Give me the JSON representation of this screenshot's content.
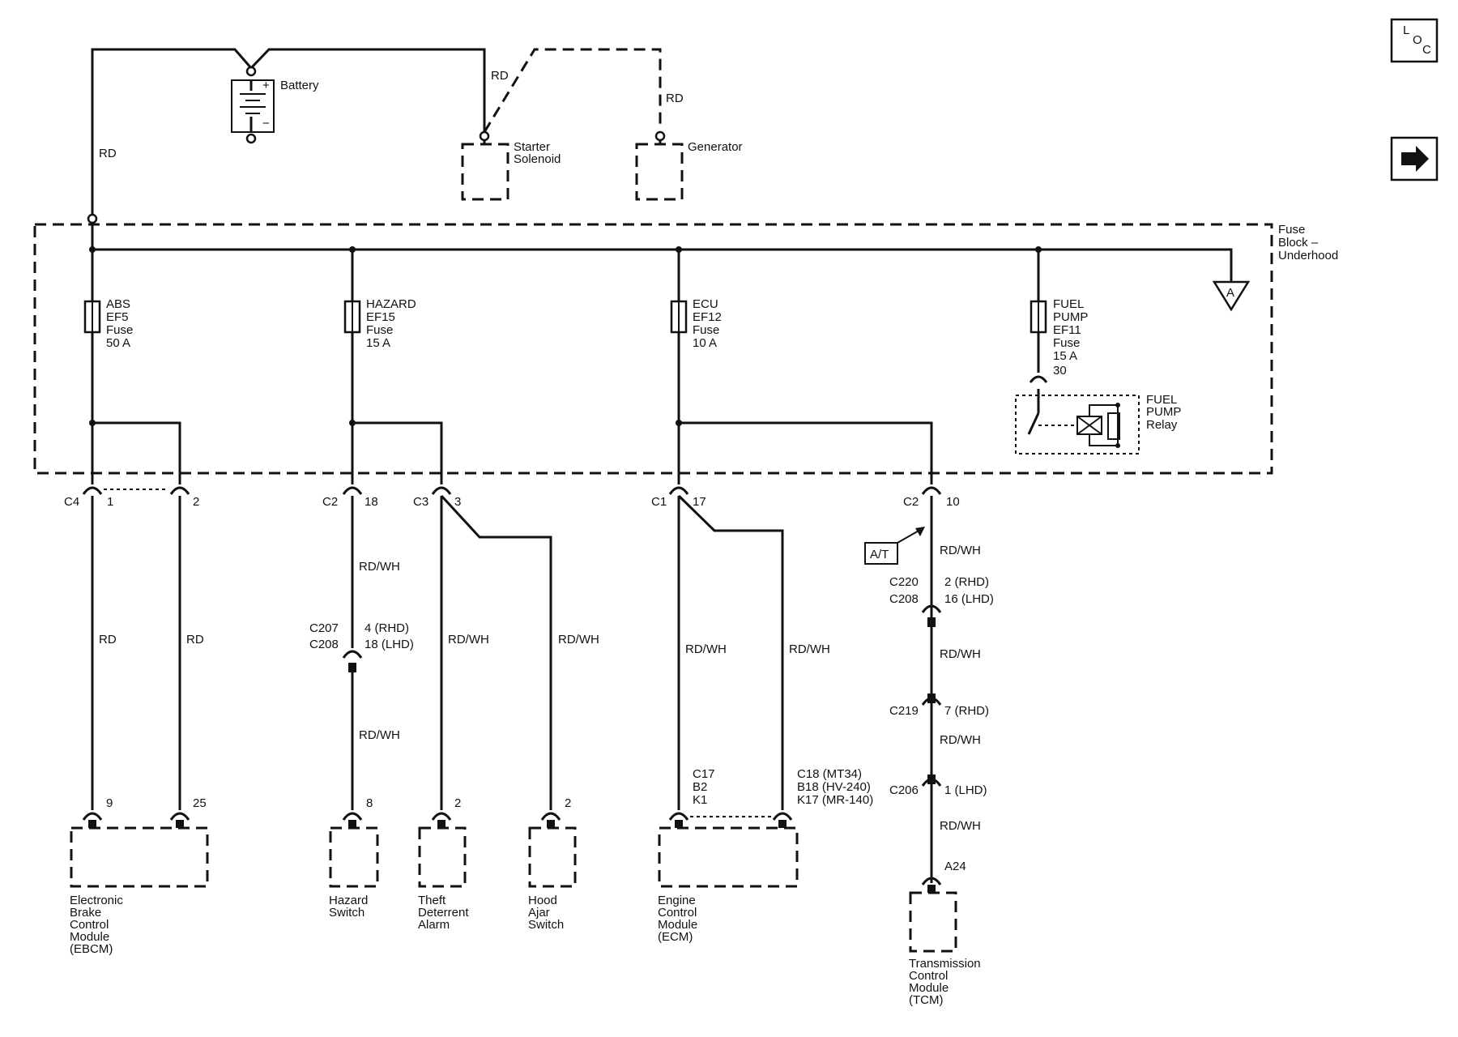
{
  "battery": {
    "label": "Battery",
    "plus": "+",
    "minus": "−"
  },
  "nav": {
    "loc_l": "L",
    "loc_o": "O",
    "loc_c": "C"
  },
  "starter": {
    "wire": "RD",
    "label1": "Starter",
    "label2": "Solenoid"
  },
  "generator": {
    "wire": "RD",
    "label": "Generator"
  },
  "main_wire": "RD",
  "fuse_block": {
    "label1": "Fuse",
    "label2": "Block –",
    "label3": "Underhood",
    "ground_ref": "A"
  },
  "fuses": {
    "abs": {
      "l1": "ABS",
      "l2": "EF5",
      "l3": "Fuse",
      "l4": "50 A"
    },
    "hazard": {
      "l1": "HAZARD",
      "l2": "EF15",
      "l3": "Fuse",
      "l4": "15 A"
    },
    "ecu": {
      "l1": "ECU",
      "l2": "EF12",
      "l3": "Fuse",
      "l4": "10 A"
    },
    "fuel": {
      "l1": "FUEL",
      "l2": "PUMP",
      "l3": "EF11",
      "l4": "Fuse",
      "l5": "15 A",
      "pin": "30"
    }
  },
  "relay": {
    "l1": "FUEL",
    "l2": "PUMP",
    "l3": "Relay"
  },
  "connectors": {
    "c4": "C4",
    "c4_p1": "1",
    "c4_p2": "2",
    "c2a": "C2",
    "c2a_pin": "18",
    "c3": "C3",
    "c3_pin": "3",
    "c1": "C1",
    "c1_pin": "17",
    "c2b": "C2",
    "c2b_pin": "10"
  },
  "wires": {
    "ebcm1": "RD",
    "ebcm2": "RD",
    "hazard_top": "RD/WH",
    "hazard_bottom": "RD/WH",
    "theft": "RD/WH",
    "hood": "RD/WH",
    "ecm1": "RD/WH",
    "ecm2": "RD/WH",
    "tcm1": "RD/WH",
    "tcm2": "RD/WH",
    "tcm3": "RD/WH",
    "tcm4": "RD/WH"
  },
  "inline": {
    "c207": "C207",
    "c208a": "C208",
    "c207_pin": "4 (RHD)",
    "c208a_pin": "18 (LHD)",
    "c220": "C220",
    "c208b": "C208",
    "c220_pin": "2 (RHD)",
    "c208b_pin": "16 (LHD)",
    "c219": "C219",
    "c219_pin": "7 (RHD)",
    "c206": "C206",
    "c206_pin": "1 (LHD)"
  },
  "at_label": "A/T",
  "ecm_conn": {
    "left1": "C17",
    "left2": "B2",
    "left3": "K1",
    "right1": "C18 (MT34)",
    "right2": "B18 (HV-240)",
    "right3": "K17 (MR-140)"
  },
  "modules": {
    "ebcm": {
      "pin1": "9",
      "pin2": "25",
      "l1": "Electronic",
      "l2": "Brake",
      "l3": "Control",
      "l4": "Module",
      "l5": "(EBCM)"
    },
    "hazard": {
      "pin": "8",
      "l1": "Hazard",
      "l2": "Switch"
    },
    "theft": {
      "pin": "2",
      "l1": "Theft",
      "l2": "Deterrent",
      "l3": "Alarm"
    },
    "hood": {
      "pin": "2",
      "l1": "Hood",
      "l2": "Ajar",
      "l3": "Switch"
    },
    "ecm": {
      "l1": "Engine",
      "l2": "Control",
      "l3": "Module",
      "l4": "(ECM)"
    },
    "tcm": {
      "pin": "A24",
      "l1": "Transmission",
      "l2": "Control",
      "l3": "Module",
      "l4": "(TCM)"
    }
  }
}
